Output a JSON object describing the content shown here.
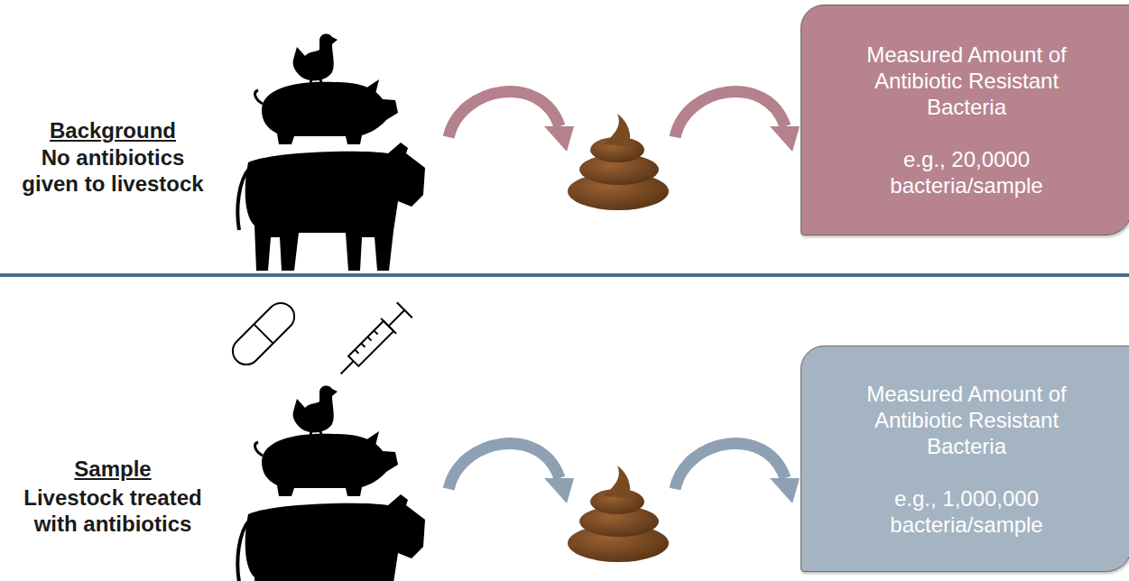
{
  "diagram": {
    "nodes": [
      {
        "text": [
          "Measured Amount of Antibiotic Resistant Bacteria",
          "e.g., 20,0000 bacteria/sample"
        ]
      },
      {
        "text": [
          "Measured Amount of Antibiotic Resistant Bacteria",
          "e.g., 1,000,000 bacteria/sample"
        ]
      }
    ],
    "labels": [
      "Background",
      "No antibiotics given to livestock",
      "Sample",
      "Livestock treated with antibiotics"
    ]
  }
}
